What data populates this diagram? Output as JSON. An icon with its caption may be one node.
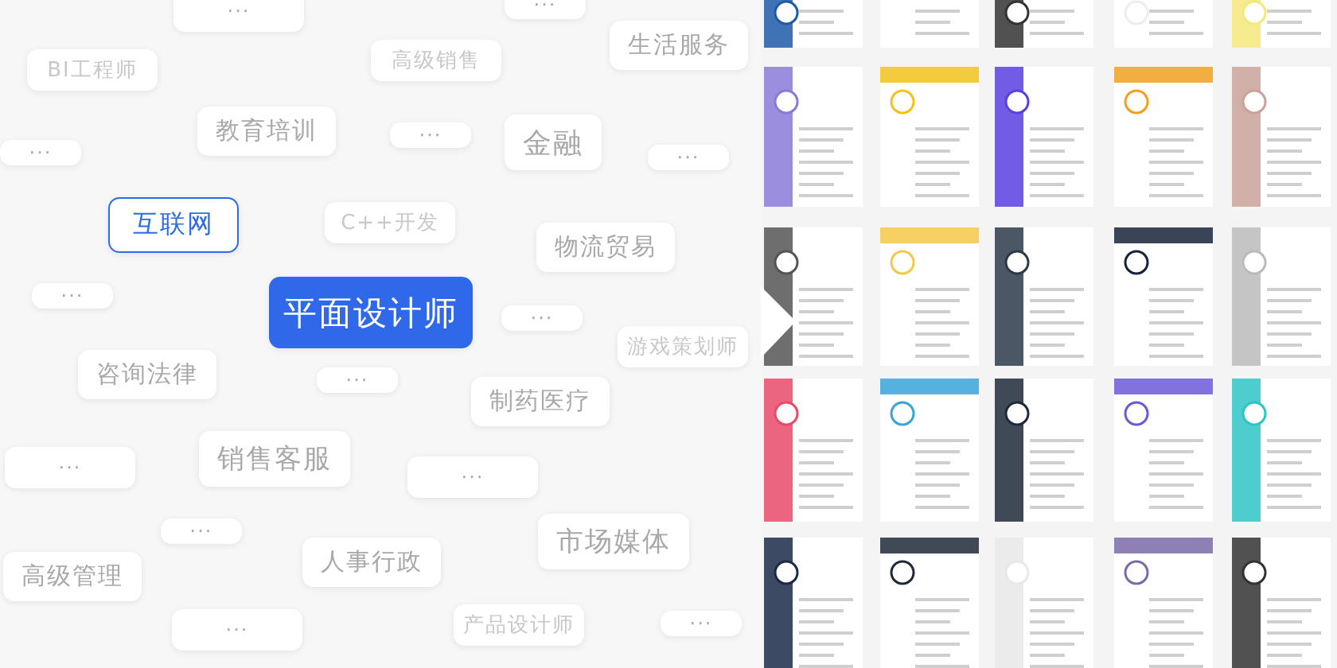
{
  "diagram": {
    "nodes": [
      {
        "text": [
          "···"
        ]
      },
      {
        "text": [
          "···"
        ]
      },
      {
        "text": [
          "BI工程师"
        ]
      },
      {
        "text": [
          "高级销售"
        ]
      },
      {
        "text": [
          "生活服务"
        ]
      },
      {
        "text": [
          "教育培训"
        ]
      },
      {
        "text": [
          "···"
        ]
      },
      {
        "text": [
          "金融"
        ]
      },
      {
        "text": [
          "···"
        ]
      },
      {
        "text": [
          "···"
        ]
      },
      {
        "text": [
          "互联网"
        ]
      },
      {
        "text": [
          "C++开发"
        ]
      },
      {
        "text": [
          "物流贸易"
        ]
      },
      {
        "text": [
          "···"
        ]
      },
      {
        "text": [
          "平面设计师"
        ]
      },
      {
        "text": [
          "···"
        ]
      },
      {
        "text": [
          "游戏策划师"
        ]
      },
      {
        "text": [
          "咨询法律"
        ]
      },
      {
        "text": [
          "···"
        ]
      },
      {
        "text": [
          "制药医疗"
        ]
      },
      {
        "text": [
          "···"
        ]
      },
      {
        "text": [
          "销售客服"
        ]
      },
      {
        "text": [
          "···"
        ]
      },
      {
        "text": [
          "···"
        ]
      },
      {
        "text": [
          "市场媒体"
        ]
      },
      {
        "text": [
          "高级管理"
        ]
      },
      {
        "text": [
          "人事行政"
        ]
      },
      {
        "text": [
          "···"
        ]
      },
      {
        "text": [
          "产品设计师"
        ]
      },
      {
        "text": [
          "···"
        ]
      }
    ]
  }
}
